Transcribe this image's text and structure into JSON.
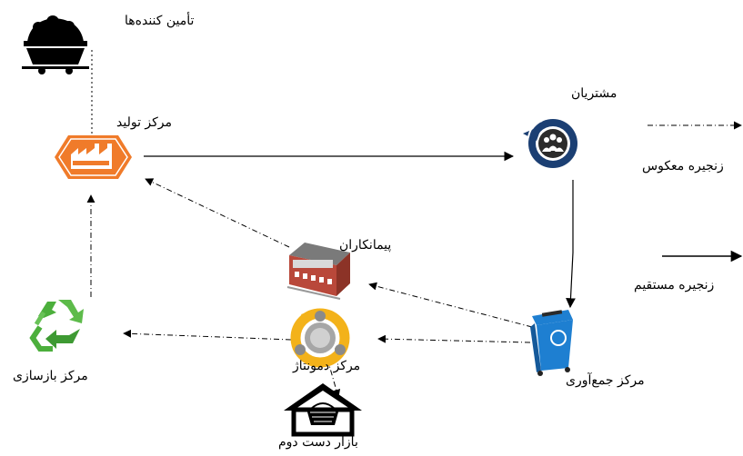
{
  "nodes": {
    "suppliers": "تأمین کننده‌ها",
    "production": "مرکز تولید",
    "customers": "مشتریان",
    "contractors": "پیمانکاران",
    "dismantling": "مرکز دمونتاژ",
    "recycling": "مرکز بازسازی",
    "collection": "مرکز جمع‌آوری",
    "second_market": "بازار دست دوم"
  },
  "legend": {
    "reverse": "زنجیره معکوس",
    "forward": "زنجیره مستقیم"
  },
  "colors": {
    "production": "#f07b2a",
    "customers": "#1b3f73",
    "collection": "#1e7fd1",
    "recycling": "#4caf3c"
  }
}
